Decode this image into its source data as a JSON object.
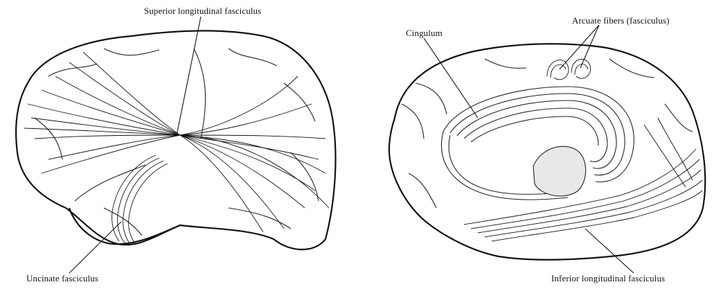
{
  "figure": {
    "labels": {
      "superior_longitudinal_fasciculus": "Superior longitudinal fasciculus",
      "uncinate_fasciculus": "Uncinate fasciculus",
      "cingulum": "Cingulum",
      "arcuate_fibers": "Arcuate fibers (fasciculus)",
      "inferior_longitudinal_fasciculus": "Inferior longitudinal fasciculus"
    },
    "panels": [
      "lateral-view",
      "medial-view"
    ],
    "ink_color": "#111111",
    "background_color": "#ffffff"
  }
}
